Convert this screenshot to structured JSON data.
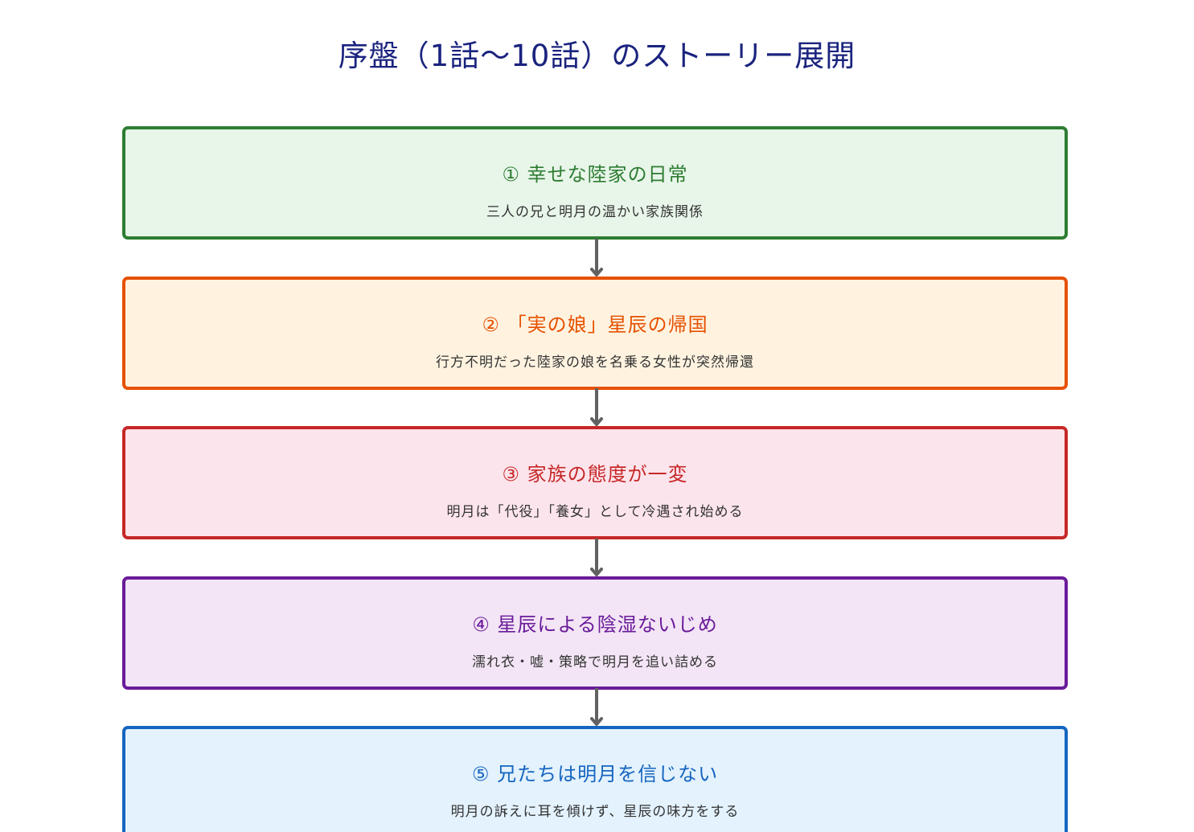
{
  "title": "序盤（1話〜10話）のストーリー展開",
  "steps": [
    {
      "title": "① 幸せな陸家の日常",
      "description": "三人の兄と明月の温かい家族関係",
      "border_color": "#2e7d32",
      "fill_color": "#e8f5e9",
      "text_color": "#2e7d32"
    },
    {
      "title": "② 「実の娘」星辰の帰国",
      "description": "行方不明だった陸家の娘を名乗る女性が突然帰還",
      "border_color": "#e65100",
      "fill_color": "#fff3e0",
      "text_color": "#e65100"
    },
    {
      "title": "③ 家族の態度が一変",
      "description": "明月は「代役」「養女」として冷遇され始める",
      "border_color": "#c62828",
      "fill_color": "#fce4ec",
      "text_color": "#c62828"
    },
    {
      "title": "④ 星辰による陰湿ないじめ",
      "description": "濡れ衣・嘘・策略で明月を追い詰める",
      "border_color": "#6a1b9a",
      "fill_color": "#f3e5f5",
      "text_color": "#6a1b9a"
    },
    {
      "title": "⑤ 兄たちは明月を信じない",
      "description": "明月の訴えに耳を傾けず、星辰の味方をする",
      "border_color": "#1565c0",
      "fill_color": "#e3f2fd",
      "text_color": "#1565c0"
    }
  ],
  "arrow_color": "#616161"
}
